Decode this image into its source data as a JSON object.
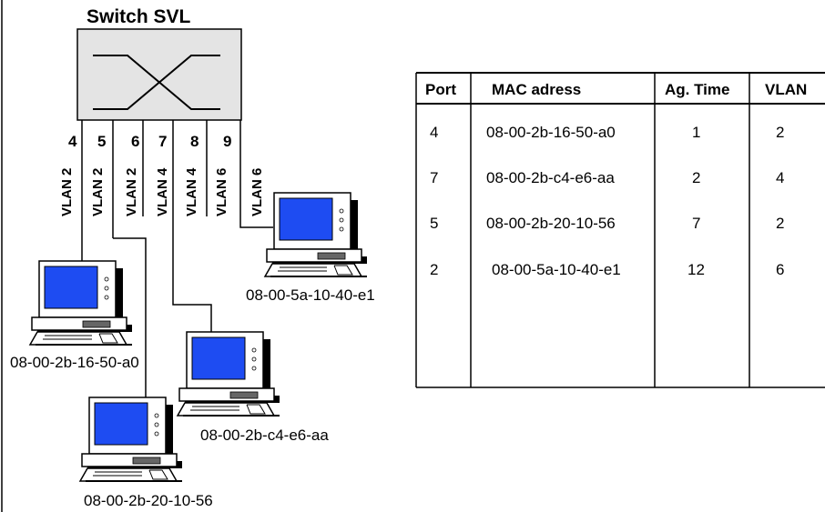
{
  "switch": {
    "title": "Switch SVL"
  },
  "ports": [
    {
      "number": "4",
      "vlan": "VLAN 2"
    },
    {
      "number": "5",
      "vlan": "VLAN 2"
    },
    {
      "number": "6",
      "vlan": "VLAN 2"
    },
    {
      "number": "7",
      "vlan": "VLAN 4"
    },
    {
      "number": "8",
      "vlan": "VLAN 4"
    },
    {
      "number": "9",
      "vlan": "VLAN 6"
    },
    {
      "number": "",
      "vlan": "VLAN 6"
    }
  ],
  "hosts": [
    {
      "mac": "08-00-5a-10-40-e1"
    },
    {
      "mac": "08-00-2b-16-50-a0"
    },
    {
      "mac": "08-00-2b-c4-e6-aa"
    },
    {
      "mac": "08-00-2b-20-10-56"
    }
  ],
  "table": {
    "headers": [
      "Port",
      "MAC adress",
      "Ag. Time",
      "VLAN"
    ],
    "rows": [
      [
        "4",
        "08-00-2b-16-50-a0",
        "1",
        "2"
      ],
      [
        "7",
        "08-00-2b-c4-e6-aa",
        "2",
        "4"
      ],
      [
        "5",
        "08-00-2b-20-10-56",
        "7",
        "2"
      ],
      [
        "2",
        "08-00-5a-10-40-e1",
        "12",
        "6"
      ]
    ]
  },
  "colors": {
    "switch_fill": "#e4e4e4",
    "screen": "#1e4cf2"
  }
}
